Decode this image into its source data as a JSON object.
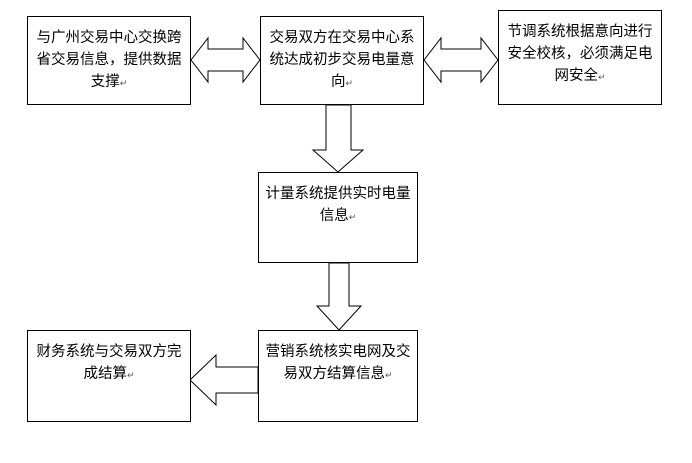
{
  "nodes": {
    "guangzhou": {
      "text": "与广州交易中心交换跨省交易信息，提供数据支撑"
    },
    "intent": {
      "text": "交易双方在交易中心系统达成初步交易电量意向"
    },
    "dispatch": {
      "text": "节调系统根据意向进行安全校核，必须满足电网安全"
    },
    "metering": {
      "text": "计量系统提供实时电量信息"
    },
    "marketing": {
      "text": "营销系统核实电网及交易双方结算信息"
    },
    "finance": {
      "text": "财务系统与交易双方完成结算"
    }
  },
  "paragraph_mark": "↵"
}
